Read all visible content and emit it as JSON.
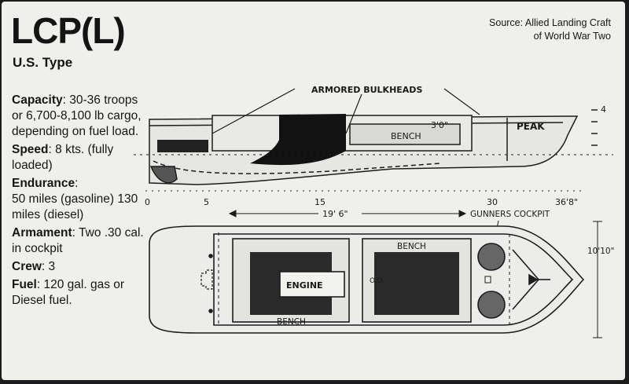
{
  "title": "LCP(L)",
  "subtitle": "U.S. Type",
  "source": {
    "line1": "Source: Allied Landing Craft",
    "line2": "of World War Two"
  },
  "specs": [
    {
      "label": "Capacity",
      "sep": ": ",
      "text": "30-36 troops or 6,700-8,100 lb cargo, depending on fuel load."
    },
    {
      "label": "Speed",
      "sep": ": ",
      "text": "8 kts. (fully loaded)"
    },
    {
      "label": "Endurance",
      "sep": ":",
      "text": "50 miles (gasoline) 130 miles (diesel)"
    },
    {
      "label": "Armament",
      "sep": ": ",
      "text": "Two .30 cal. in cockpit"
    },
    {
      "label": "Crew",
      "sep": ": ",
      "text": "3"
    },
    {
      "label": "Fuel",
      "sep": ": ",
      "text": "120 gal. gas or Diesel fuel."
    }
  ],
  "diagram": {
    "armored_bulkheads": "ARMORED BULKHEADS",
    "bench_side": "BENCH",
    "dim_3ft": "3'0\"",
    "peak": "PEAK",
    "scale_0": "0",
    "scale_5": "5",
    "scale_15": "15",
    "scale_30": "30",
    "scale_36": "36'8\"",
    "draft_4": "4",
    "length_19": "19' 6\"",
    "gunners_cockpit": "GUNNERS COCKPIT",
    "bench_top": "BENCH",
    "engine": "ENGINE",
    "bench_bottom": "BENCH",
    "beam": "10'10\"",
    "od": "O.D."
  }
}
